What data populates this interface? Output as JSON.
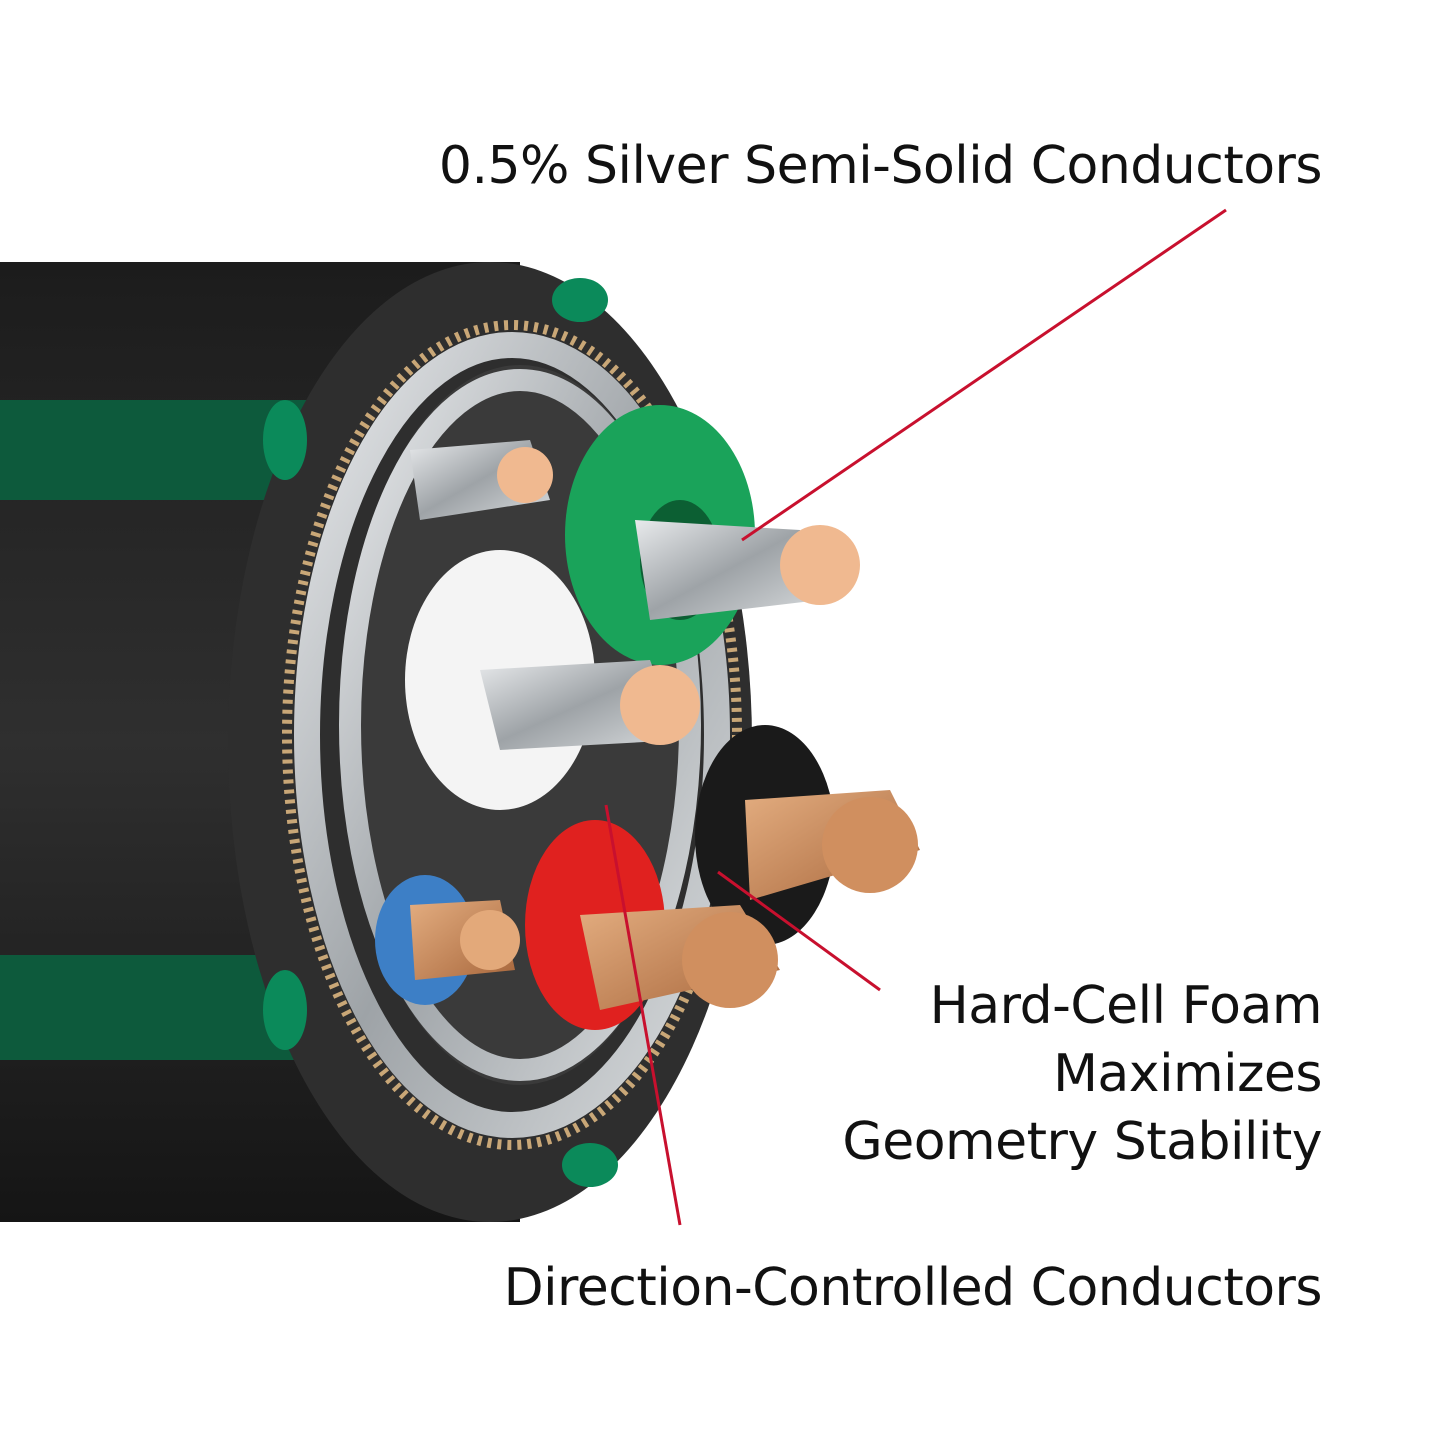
{
  "callouts": {
    "silver_conductors": "0.5% Silver Semi-Solid Conductors",
    "foam_line1": "Hard-Cell Foam",
    "foam_line2": "Maximizes",
    "foam_line3": "Geometry Stability",
    "direction_conductors": "Direction-Controlled Conductors"
  },
  "colors": {
    "leader_line": "#c8102e",
    "jacket": "#2b2b2b",
    "stripe": "#0d5a3c",
    "copper": "#c98a5a",
    "silver": "#b8bcbf"
  }
}
